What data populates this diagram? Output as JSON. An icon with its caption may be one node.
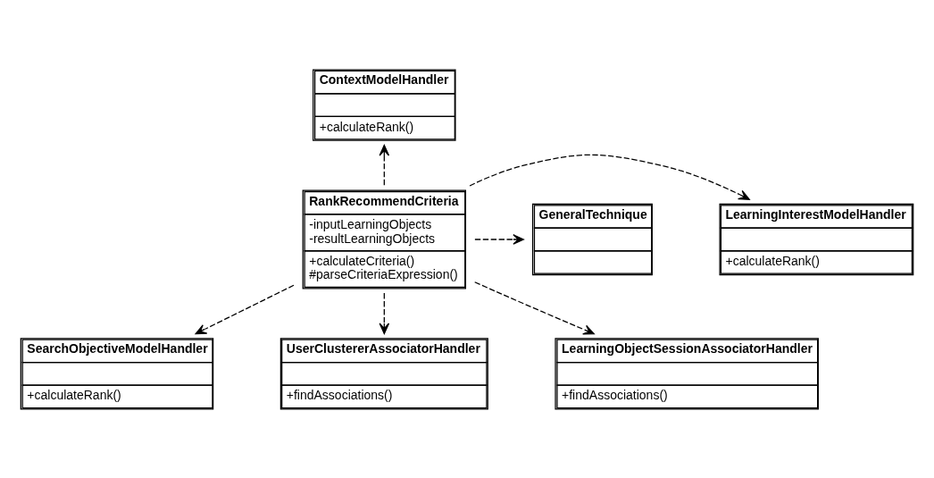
{
  "diagram": {
    "nodes": [
      {
        "text": [
          "ContextModelHandler",
          "+calculateRank()"
        ]
      },
      {
        "text": [
          "LearningInterestModelHandler",
          "+calculateRank()"
        ]
      },
      {
        "text": [
          "RankRecommendCriteria",
          "-inputLearningObjects",
          "-resultLearningObjects",
          "+calculateCriteria()",
          "#parseCriteriaExpression()"
        ]
      },
      {
        "text": [
          "GeneralTechnique"
        ]
      },
      {
        "text": [
          "SearchObjectiveModelHandler",
          "+calculateRank()"
        ]
      },
      {
        "text": [
          "UserClustererAssociatorHandler",
          "+findAssociations()"
        ]
      },
      {
        "text": [
          "LearningObjectSessionAssociatorHandler",
          "+findAssociations()"
        ]
      }
    ],
    "edges": [
      {
        "from": 2,
        "to": 0,
        "arrow": "to",
        "style": "dashed"
      },
      {
        "from": 2,
        "to": 1,
        "arrow": "to",
        "style": "dashed"
      },
      {
        "from": 2,
        "to": 3,
        "arrow": "to",
        "style": "dashed"
      },
      {
        "from": 2,
        "to": 4,
        "arrow": "to",
        "style": "dashed"
      },
      {
        "from": 2,
        "to": 5,
        "arrow": "to",
        "style": "dashed"
      },
      {
        "from": 2,
        "to": 6,
        "arrow": "to",
        "style": "dashed"
      }
    ]
  }
}
